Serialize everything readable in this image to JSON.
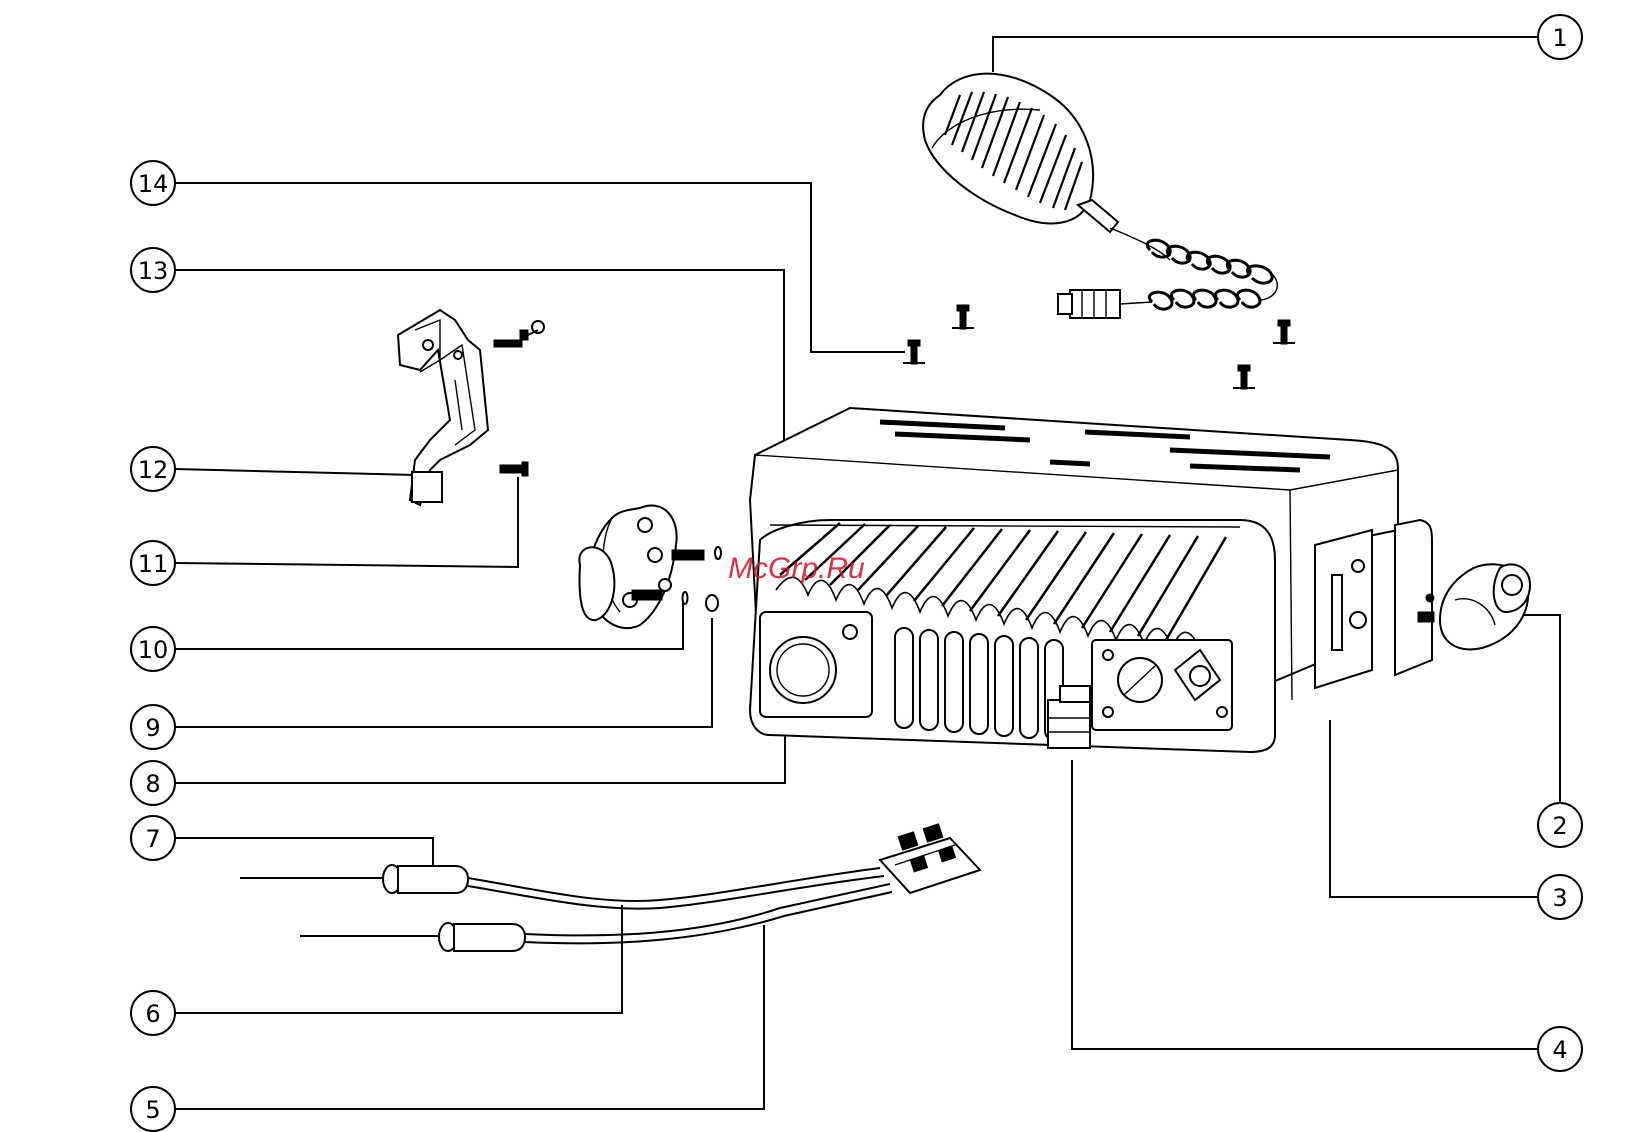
{
  "watermark": "McGrp.Ru",
  "callouts": [
    "1",
    "2",
    "3",
    "4",
    "5",
    "6",
    "7",
    "8",
    "9",
    "10",
    "11",
    "12",
    "13",
    "14"
  ],
  "colors": {
    "line": "#000000",
    "background": "#ffffff",
    "watermark": "#d0102a"
  }
}
